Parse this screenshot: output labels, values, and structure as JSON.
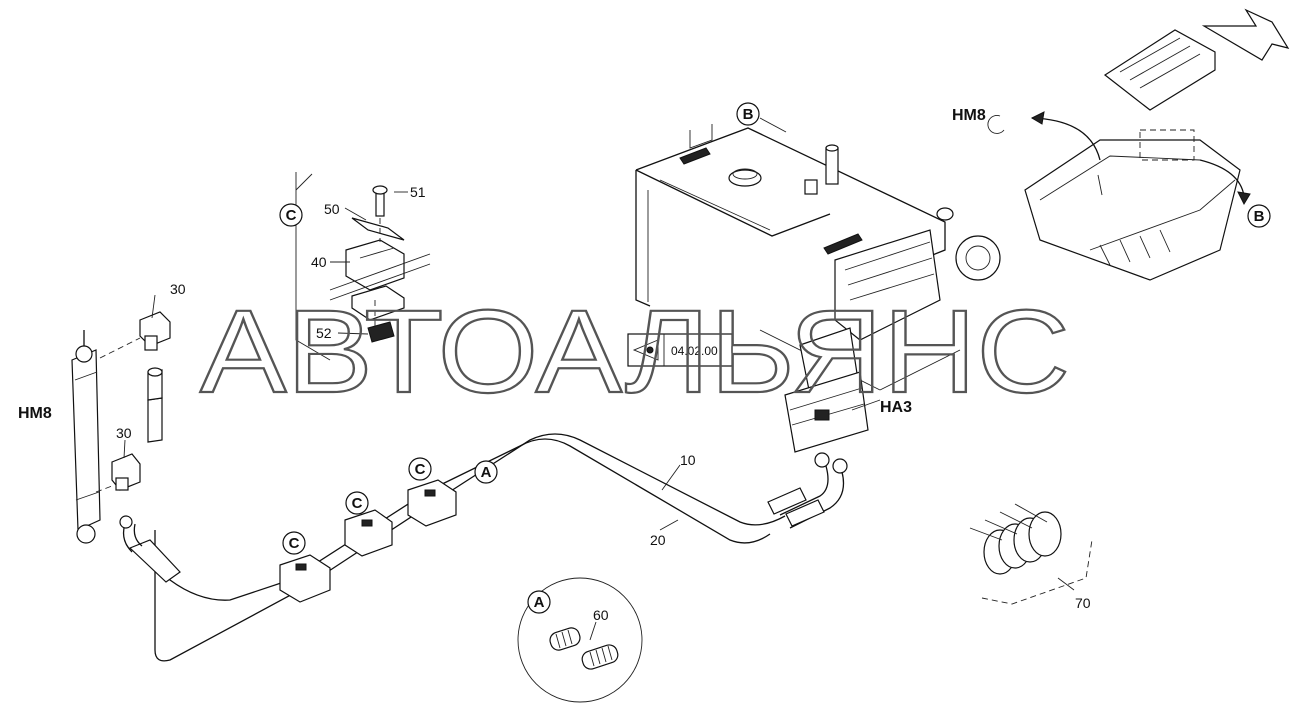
{
  "watermark": "АВТОАЛЬЯНС",
  "parts": {
    "p10": "10",
    "p20": "20",
    "p30a": "30",
    "p30b": "30",
    "p40": "40",
    "p50": "50",
    "p51": "51",
    "p52": "52",
    "p60": "60",
    "p70": "70"
  },
  "components": {
    "hm8_left": "HM8",
    "hm8_right": "HM8",
    "ha3": "HA3"
  },
  "callouts": {
    "A": "A",
    "B": "B",
    "C": "C"
  },
  "reference": "04.02.00"
}
